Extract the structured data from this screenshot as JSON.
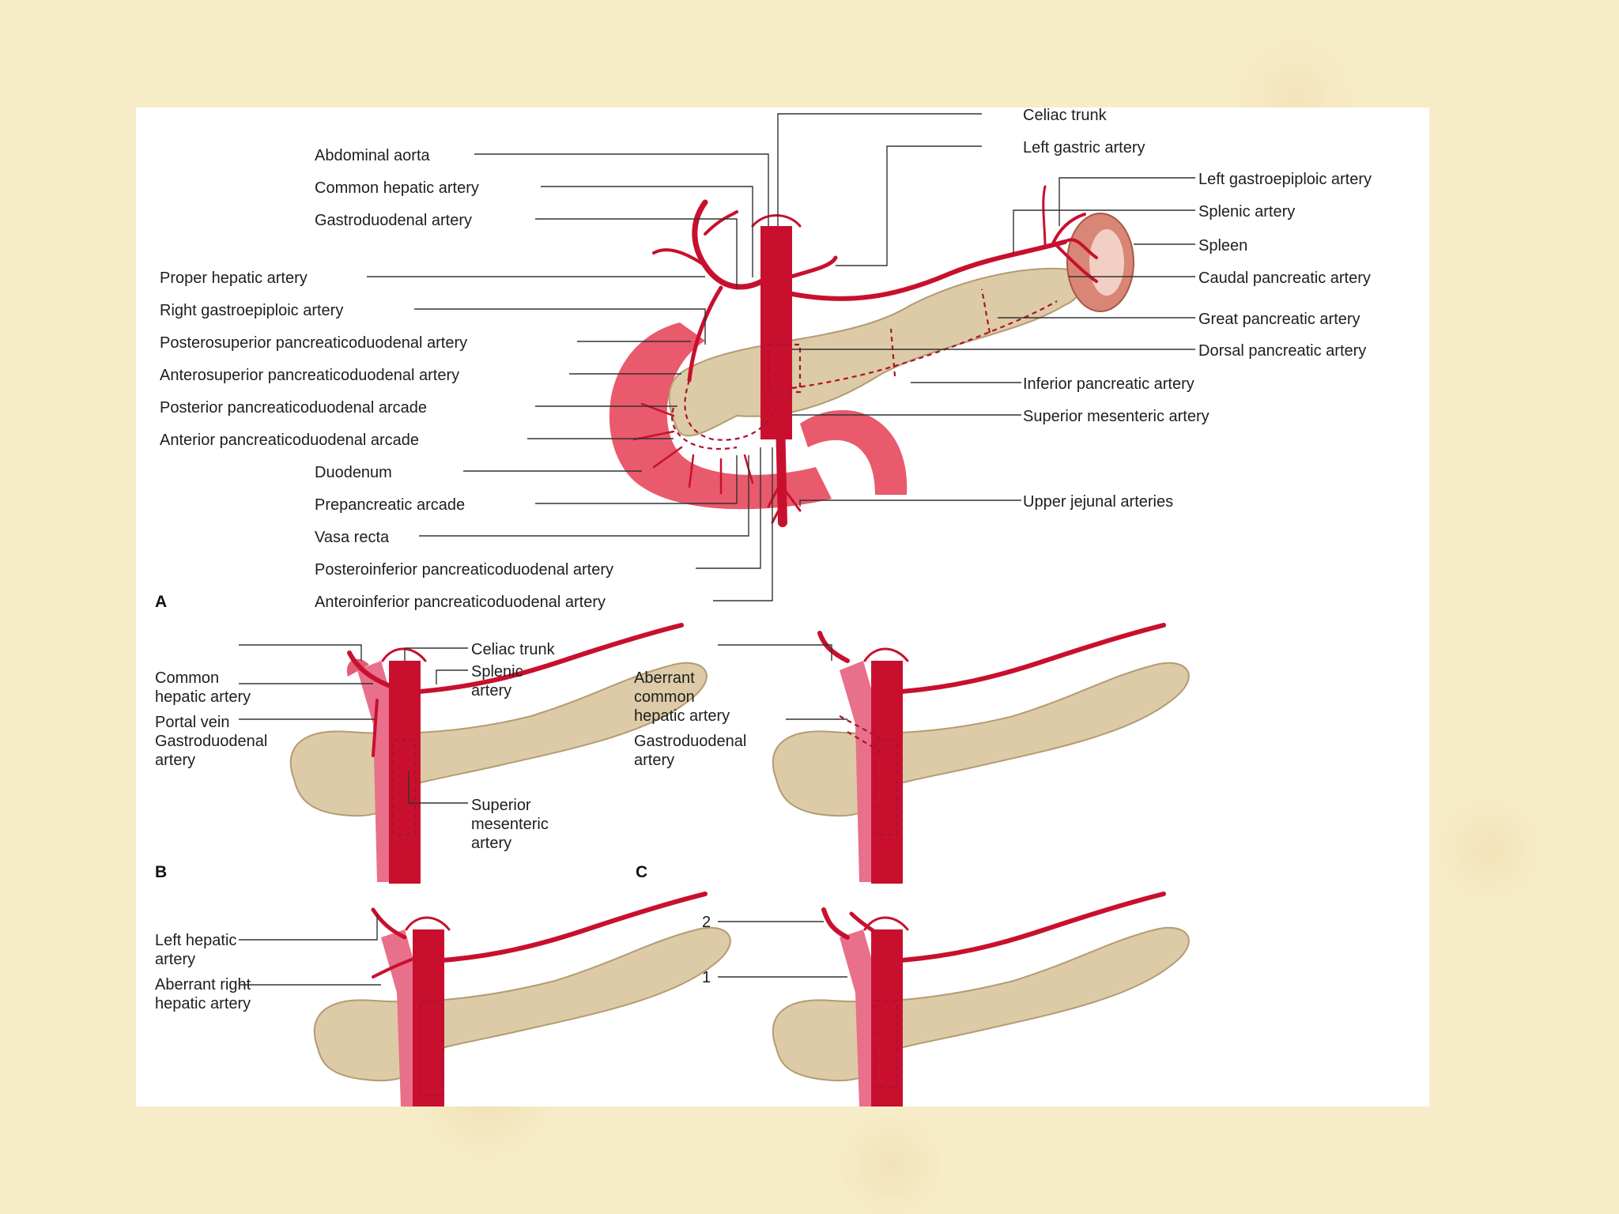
{
  "figure": {
    "panels": [
      "A",
      "B",
      "C"
    ],
    "panel_a": {
      "labels_left": [
        "Abdominal aorta",
        "Common hepatic artery",
        "Gastroduodenal artery",
        "Proper hepatic artery",
        "Right gastroepiploic artery",
        "Posterosuperior pancreaticoduodenal artery",
        "Anterosuperior pancreaticoduodenal artery",
        "Posterior pancreaticoduodenal arcade",
        "Anterior pancreaticoduodenal arcade",
        "Duodenum",
        "Prepancreatic arcade",
        "Vasa recta",
        "Posteroinferior pancreaticoduodenal artery",
        "Anteroinferior pancreaticoduodenal artery"
      ],
      "labels_right": [
        "Celiac trunk",
        "Left gastric artery",
        "Left gastroepiploic artery",
        "Splenic artery",
        "Spleen",
        "Caudal pancreatic artery",
        "Great pancreatic artery",
        "Dorsal pancreatic artery",
        "Inferior pancreatic artery",
        "Superior mesenteric artery",
        "Upper jejunal arteries"
      ]
    },
    "panel_b": {
      "label_lines": [
        [
          "Common",
          "hepatic artery"
        ],
        [
          "Portal vein"
        ],
        [
          "Gastroduodenal",
          "artery"
        ],
        [
          "Celiac trunk"
        ],
        [
          "Splenic",
          "artery"
        ],
        [
          "Superior",
          "mesenteric",
          "artery"
        ]
      ]
    },
    "panel_c": {
      "label_lines": [
        [
          "Aberrant",
          "common",
          "hepatic artery"
        ],
        [
          "Gastroduodenal",
          "artery"
        ]
      ]
    },
    "panel_d": {
      "label_lines": [
        [
          "Left hepatic",
          "artery"
        ],
        [
          "Aberrant right",
          "hepatic artery"
        ]
      ]
    },
    "panel_e": {
      "labels": [
        "2",
        "1"
      ]
    }
  }
}
